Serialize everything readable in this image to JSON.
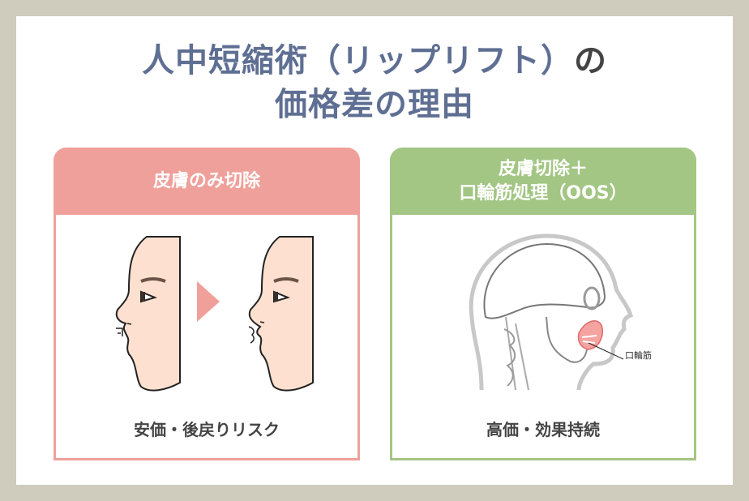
{
  "title": {
    "line1_main": "人中短縮術（リップリフト）",
    "line1_suffix": "の",
    "line2": "価格差の理由"
  },
  "cards": [
    {
      "id": "skin-only",
      "header": "皮膚のみ切除",
      "header_lines": [
        "皮膚のみ切除"
      ],
      "caption": "安価・後戻りリスク",
      "color": "#f0a09a",
      "illustration": "face-profile-before-after"
    },
    {
      "id": "skin-plus-oos",
      "header_lines": [
        "皮膚切除＋",
        "口輪筋処理（OOS）"
      ],
      "caption": "高価・効果持続",
      "color": "#a3c684",
      "illustration": "skull-head-anatomy",
      "label": "口輪筋"
    }
  ],
  "colors": {
    "frame": "#cfcbbd",
    "title": "#5f6f93",
    "pink": "#f0a09a",
    "green": "#a3c684",
    "skin": "#fde0cf"
  }
}
